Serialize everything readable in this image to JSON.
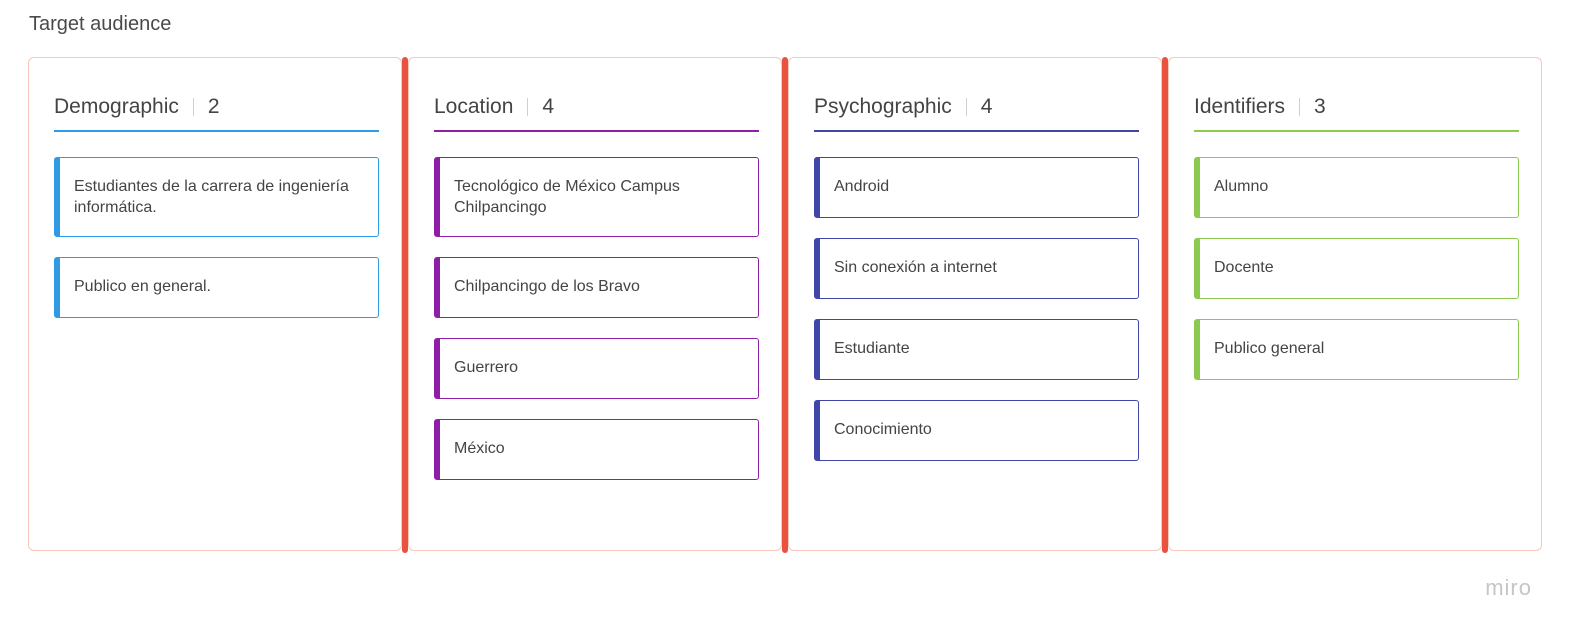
{
  "frame": {
    "title": "Target audience"
  },
  "columns": [
    {
      "title": "Demographic",
      "count": "2",
      "color": "#2f9be4",
      "cards": [
        "Estudiantes de la carrera de ingeniería informática.",
        "Publico en general."
      ]
    },
    {
      "title": "Location",
      "count": "4",
      "color": "#8e1ea8",
      "cards": [
        "Tecnológico de México Campus Chilpancingo",
        "Chilpancingo de los Bravo",
        "Guerrero",
        "México"
      ]
    },
    {
      "title": "Psychographic",
      "count": "4",
      "color": "#4045a8",
      "cards": [
        "Android",
        "Sin conexión a internet",
        "Estudiante",
        "Conocimiento"
      ]
    },
    {
      "title": "Identifiers",
      "count": "3",
      "color": "#8bc94f",
      "cards": [
        "Alumno",
        "Docente",
        "Publico general"
      ]
    }
  ],
  "branding": {
    "logo_text": "miro"
  },
  "colors": {
    "separator": "#e8533f",
    "frame_border": "#f7c6bc"
  }
}
